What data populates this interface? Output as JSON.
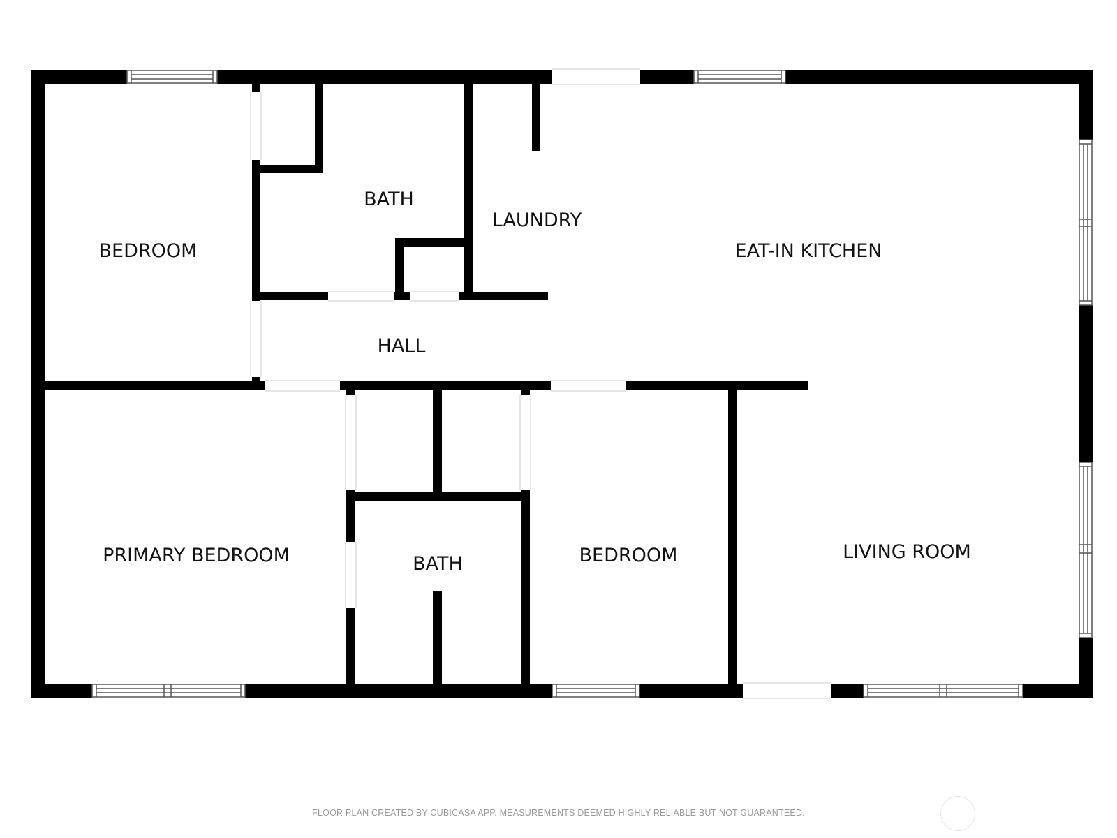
{
  "rooms": {
    "bedroom_1": "BEDROOM",
    "bath_1": "BATH",
    "laundry": "LAUNDRY",
    "eat_in_kitchen": "EAT-IN KITCHEN",
    "hall": "HALL",
    "primary_bedroom": "PRIMARY BEDROOM",
    "bath_2": "BATH",
    "bedroom_2": "BEDROOM",
    "living_room": "LIVING ROOM"
  },
  "footer": {
    "disclaimer": "FLOOR PLAN CREATED BY CUBICASA APP. MEASUREMENTS DEEMED HIGHLY RELIABLE BUT NOT GUARANTEED."
  },
  "colors": {
    "wall": "#000000",
    "window_frame": "#555555",
    "opening": "#cccccc",
    "background": "#ffffff"
  }
}
